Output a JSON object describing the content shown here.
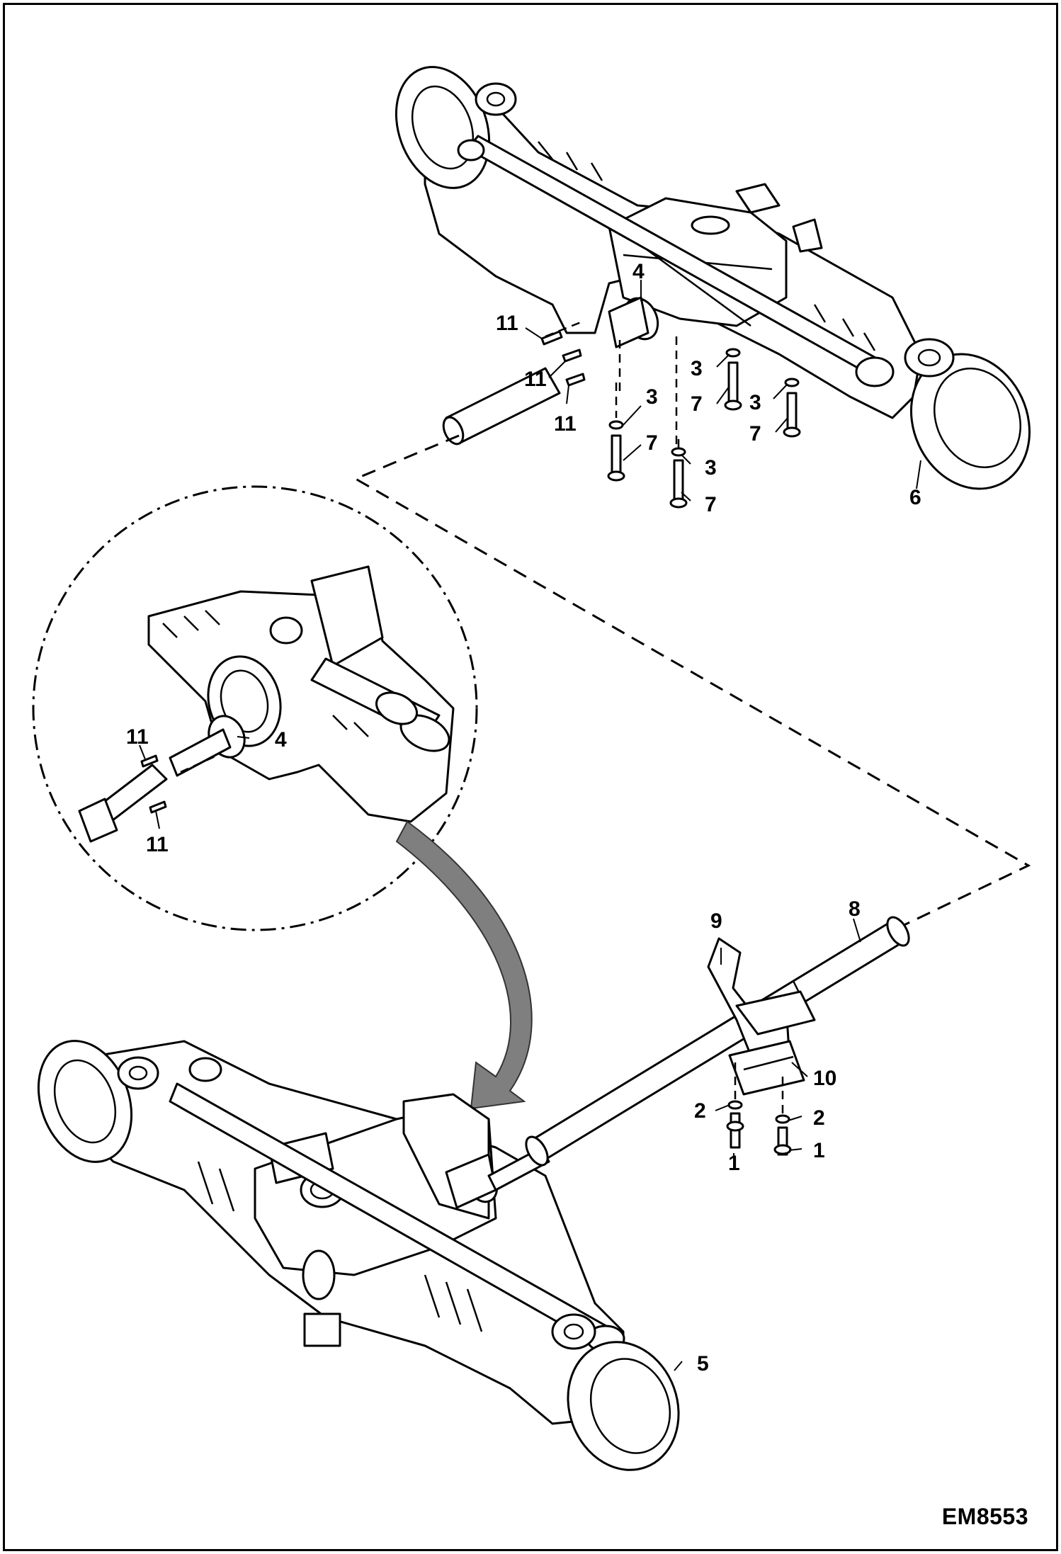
{
  "diagram": {
    "document_code": "EM8553",
    "callouts": {
      "screw_upper_left_a": "11",
      "screw_upper_left_b": "11",
      "screw_upper_left_c": "11",
      "flange_upper": "4",
      "washer_a": "3",
      "washer_b": "3",
      "washer_c": "3",
      "washer_d": "3",
      "bolt_a": "7",
      "bolt_b": "7",
      "bolt_c": "7",
      "bolt_d": "7",
      "rear_axle": "6",
      "screw_detail_a": "11",
      "screw_detail_b": "11",
      "flange_detail": "4",
      "support_bracket": "9",
      "drive_shaft": "8",
      "bearing_cap": "10",
      "washer_lower_left": "2",
      "washer_lower_right": "2",
      "bolt_lower_left": "1",
      "bolt_lower_right": "1",
      "front_axle": "5"
    },
    "colors": {
      "line": "#000000",
      "arrow_fill": "#7f7f7f",
      "background": "#ffffff"
    }
  }
}
